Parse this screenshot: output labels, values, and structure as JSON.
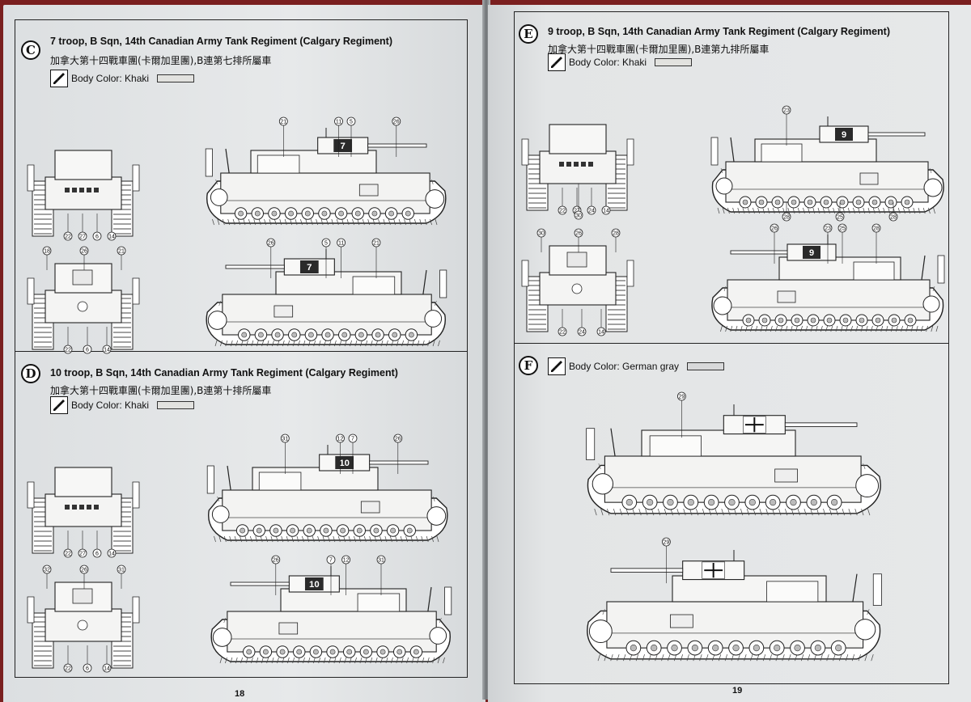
{
  "left_page": {
    "page_number": "18",
    "panels": [
      {
        "id": "C",
        "title": "7 troop, B Sqn, 14th Canadian Army Tank Regiment (Calgary Regiment)",
        "subtitle": "加拿大第十四戰車團(卡爾加里團),B連第七排所屬車",
        "body_color_label": "Body Color: Khaki",
        "swatch_color": "#e2e2df",
        "turret_number": "7",
        "callouts": {
          "rear_top": [
            "22",
            "27",
            "6",
            "14"
          ],
          "side_top": [
            "21",
            "11",
            "5",
            "26"
          ],
          "front_bottom_top": [
            "18",
            "26",
            "21"
          ],
          "front_bottom": [
            "22",
            "6",
            "14"
          ],
          "side_bottom": [
            "26",
            "5",
            "11",
            "21"
          ]
        }
      },
      {
        "id": "D",
        "title": "10 troop, B Sqn, 14th Canadian Army Tank Regiment (Calgary Regiment)",
        "subtitle": "加拿大第十四戰車團(卡爾加里團),B連第十排所屬車",
        "body_color_label": "Body Color: Khaki",
        "swatch_color": "#e2e2df",
        "turret_number": "10",
        "callouts": {
          "rear_top": [
            "22",
            "27",
            "6",
            "14"
          ],
          "side_top": [
            "31",
            "12",
            "7",
            "26"
          ],
          "front_bottom_top": [
            "32",
            "26",
            "31"
          ],
          "front_bottom": [
            "22",
            "6",
            "14"
          ],
          "side_bottom": [
            "26",
            "7",
            "12",
            "31"
          ]
        }
      }
    ]
  },
  "right_page": {
    "page_number": "19",
    "panels": [
      {
        "id": "E",
        "title": "9 troop, B Sqn, 14th Canadian Army Tank Regiment (Calgary Regiment)",
        "subtitle": "加拿大第十四戰車團(卡爾加里團),B連第九排所屬車",
        "body_color_label": "Body Color: Khaki",
        "swatch_color": "#e2e2df",
        "turret_number": "9",
        "callouts": {
          "rear_top": [
            "22",
            "27",
            "24",
            "14"
          ],
          "rear_bottom_label": [
            "30"
          ],
          "side_top": [
            "23"
          ],
          "side_top_bottom": [
            "28",
            "25",
            "28"
          ],
          "front_bottom_top": [
            "30",
            "26",
            "28"
          ],
          "front_bottom": [
            "22",
            "24",
            "14"
          ],
          "side_bottom": [
            "26",
            "23",
            "25",
            "28"
          ]
        }
      },
      {
        "id": "F",
        "body_color_label": "Body Color: German gray",
        "swatch_color": "#d8d9da",
        "callouts": {
          "side_top": [
            "29"
          ],
          "side_bottom": [
            "29"
          ]
        }
      }
    ]
  }
}
